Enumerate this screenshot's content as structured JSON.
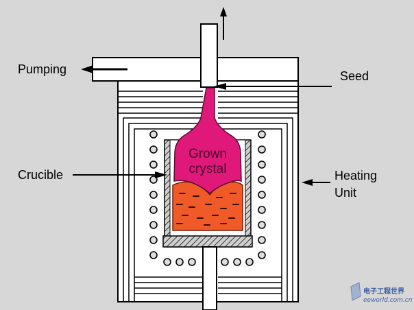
{
  "labels": {
    "pumping": "Pumping",
    "seed": "Seed",
    "crucible": "Crucible",
    "heating_line1": "Heating",
    "heating_line2": "Unit",
    "grown_line1": "Grown",
    "grown_line2": "crystal"
  },
  "watermark": {
    "line1": "电子工程世界",
    "line2": "eeworld.com.cn"
  },
  "colors": {
    "background": "#d7d7d7",
    "furnace": "#ffffff",
    "crystal": "#e0187a",
    "melt": "#f05a28",
    "crucible_wall": "#8a8a8a"
  }
}
